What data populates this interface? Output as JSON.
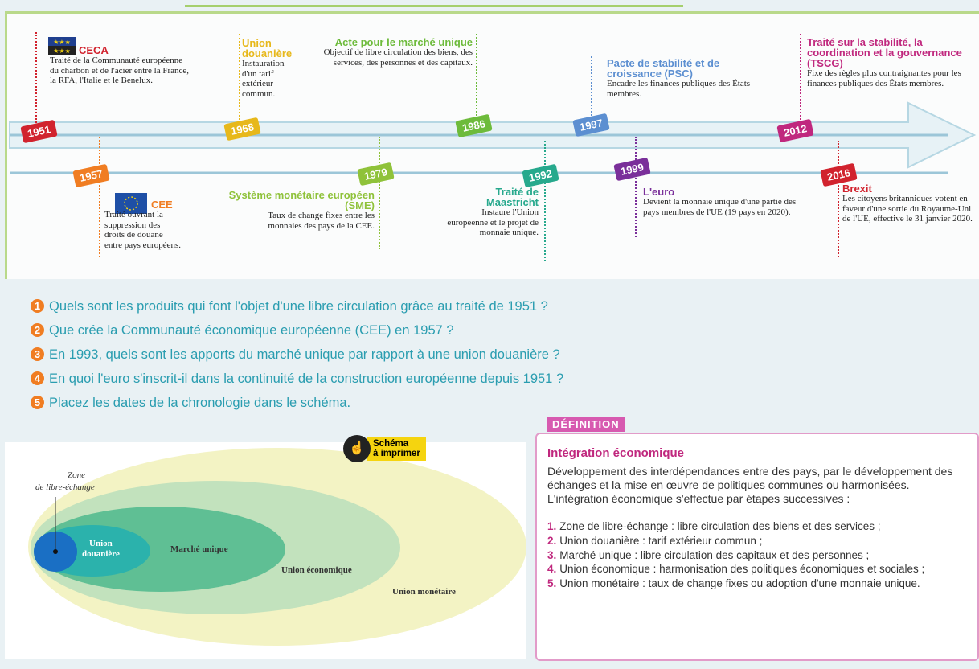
{
  "timeline": {
    "events": [
      {
        "year": "1951",
        "title": "CECA",
        "text": "Traité de la Communauté européenne du charbon et de l'acier entre la France, la RFA, l'Italie et le Benelux."
      },
      {
        "year": "1957",
        "title": "CEE",
        "text": "Traité ouvrant la suppression des droits de douane entre pays européens."
      },
      {
        "year": "1968",
        "title": "Union douanière",
        "text": "Instauration d'un tarif extérieur commun."
      },
      {
        "year": "1979",
        "title": "Système monétaire européen (SME)",
        "text": "Taux de change fixes entre les monnaies des pays de la CEE."
      },
      {
        "year": "1986",
        "title": "Acte pour le marché unique",
        "text": "Objectif de libre circulation des biens, des services, des personnes et des capitaux."
      },
      {
        "year": "1992",
        "title": "Traité de Maastricht",
        "text": "Instaure l'Union européenne et le projet de monnaie unique."
      },
      {
        "year": "1997",
        "title": "Pacte de stabilité et de croissance (PSC)",
        "text": "Encadre les finances publiques des États membres."
      },
      {
        "year": "1999",
        "title": "L'euro",
        "text": "Devient la monnaie unique d'une partie des pays membres de l'UE (19 pays en 2020)."
      },
      {
        "year": "2012",
        "title": "Traité sur la stabilité, la coordination et la gouvernance (TSCG)",
        "text": "Fixe des règles plus contraignantes pour les finances publiques des États membres."
      },
      {
        "year": "2016",
        "title": "Brexit",
        "text": "Les citoyens britanniques votent en faveur d'une sortie du Royaume-Uni de l'UE, effective le 31 janvier 2020."
      }
    ],
    "colors": {
      "1951": "#d1232e",
      "1957": "#f07d22",
      "1968": "#e7b81b",
      "1979": "#8fc23a",
      "1986": "#6dbb3b",
      "1992": "#27a98d",
      "1997": "#5c8fd1",
      "1999": "#7a2f9a",
      "2012": "#c0287e",
      "2016": "#d1232e"
    }
  },
  "questions": [
    {
      "num": "1",
      "text": "Quels sont les produits qui font l'objet d'une libre circulation grâce au traité de 1951 ?"
    },
    {
      "num": "2",
      "text": "Que crée la Communauté économique européenne (CEE) en 1957 ?"
    },
    {
      "num": "3",
      "text": "En 1993, quels sont les apports du marché unique par rapport à une union douanière ?"
    },
    {
      "num": "4",
      "text": "En quoi l'euro s'inscrit-il dans la continuité de la construction européenne depuis 1951 ?"
    },
    {
      "num": "5",
      "text": "Placez les dates de la chronologie dans le schéma."
    }
  ],
  "schema": {
    "print_label_1": "Schéma",
    "print_label_2": "à imprimer",
    "zone_1": "Zone",
    "zone_2": "de libre-échange",
    "union_douaniere_1": "Union",
    "union_douaniere_2": "douanière",
    "marche_unique": "Marché unique",
    "union_economique": "Union économique",
    "union_monetaire": "Union monétaire"
  },
  "definition": {
    "tag": "DÉFINITION",
    "title": "Intégration économique",
    "text": "Développement des interdépendances entre des pays, par le développement des échanges et la mise en œuvre de politiques communes ou harmonisées. L'intégration économique s'effectue par étapes successives :",
    "items": [
      {
        "n": "1.",
        "text": "Zone de libre-échange : libre circulation des biens et des services ;"
      },
      {
        "n": "2.",
        "text": "Union douanière : tarif extérieur commun ;"
      },
      {
        "n": "3.",
        "text": "Marché unique : libre circulation des capitaux et des personnes ;"
      },
      {
        "n": "4.",
        "text": "Union économique : harmonisation des politiques économiques et sociales ;"
      },
      {
        "n": "5.",
        "text": "Union monétaire : taux de change fixes ou adoption d'une monnaie unique."
      }
    ]
  }
}
